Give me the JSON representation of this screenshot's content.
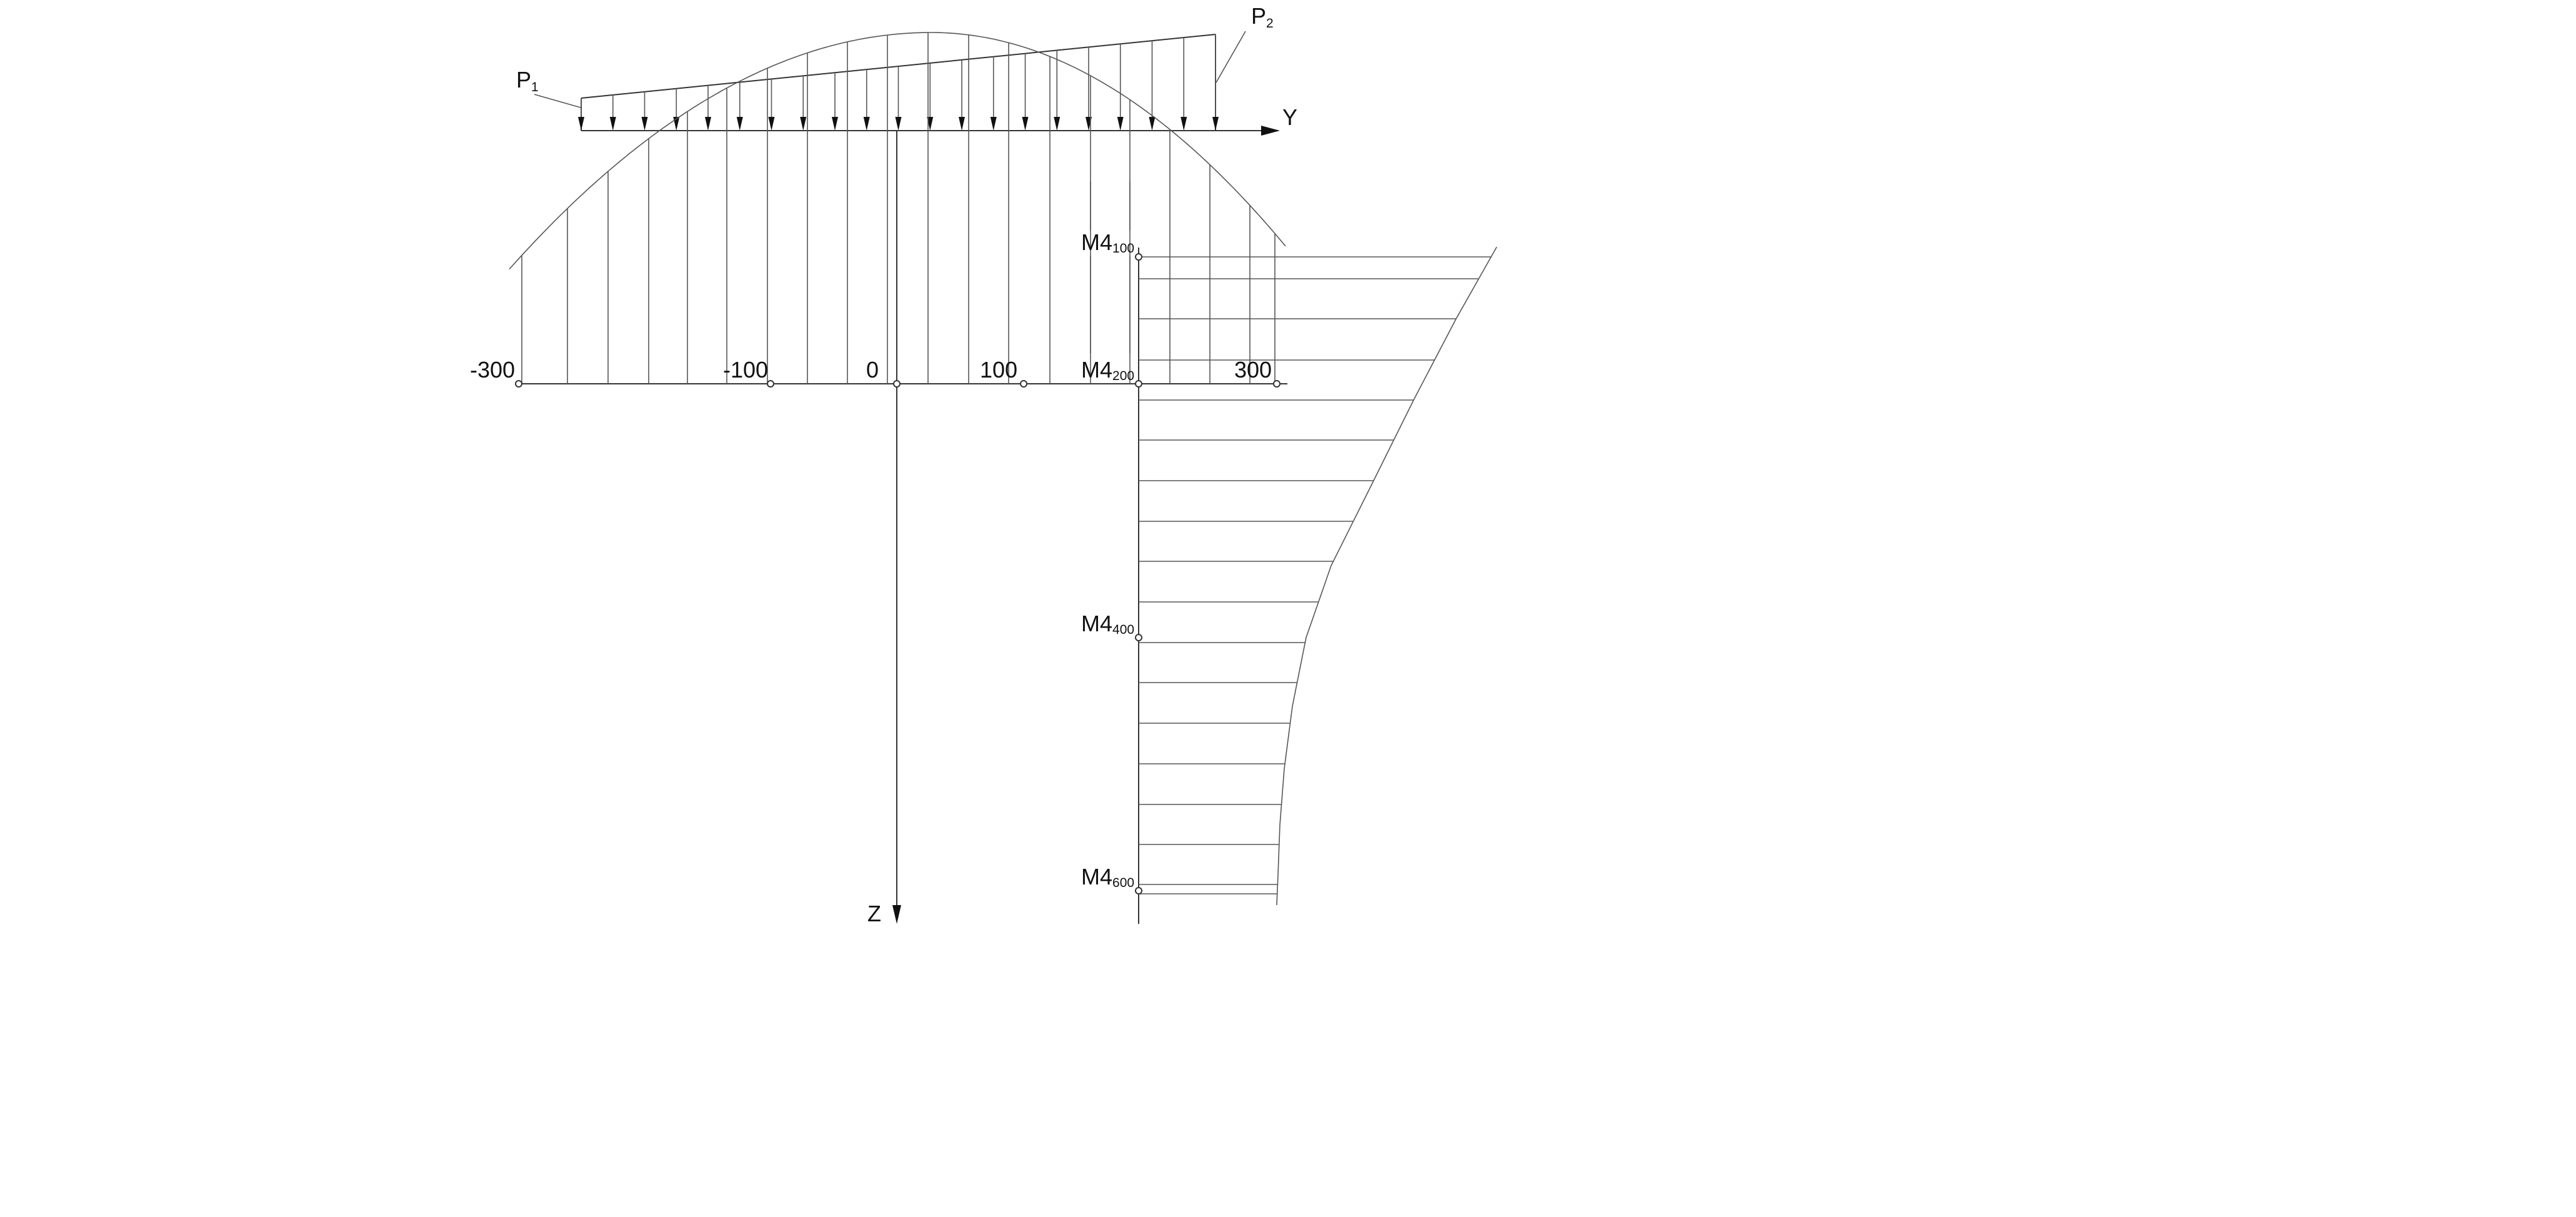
{
  "labels": {
    "p1": {
      "main": "P",
      "sub": "1"
    },
    "p2": {
      "main": "P",
      "sub": "2"
    },
    "y_axis": "Y",
    "z_axis": "Z"
  },
  "ticks": [
    "-300",
    "-100",
    "0",
    "100",
    "300"
  ],
  "moments": [
    {
      "main": "M4",
      "sub": "100"
    },
    {
      "main": "M4",
      "sub": "200"
    },
    {
      "main": "M4",
      "sub": "400"
    },
    {
      "main": "M4",
      "sub": "600"
    }
  ],
  "colors": {
    "line": "#333333",
    "text": "#111111",
    "background": "#ffffff"
  }
}
